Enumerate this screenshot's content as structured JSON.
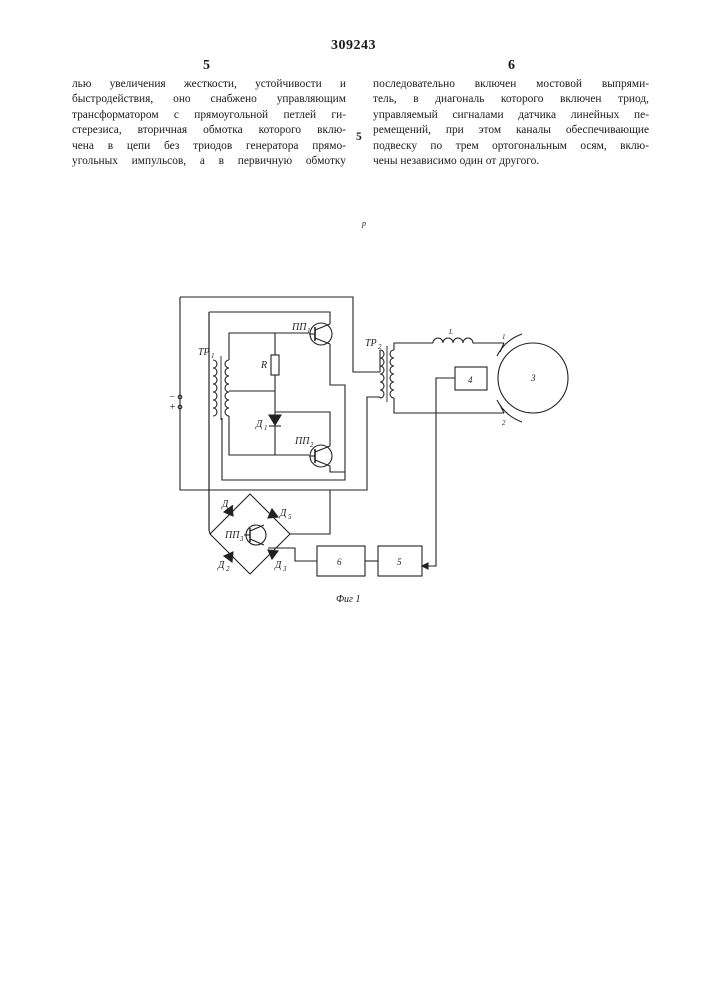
{
  "header": {
    "patent_number": "309243",
    "left_column_number": "5",
    "right_column_number": "6",
    "margin_line_number": "5"
  },
  "text": {
    "left_column": [
      "лью увеличения жесткости, устойчивости и",
      "быстродействия, оно снабжено управляющим",
      "трансформатором с прямоугольной петлей ги-",
      "стерезиса, вторичная обмотка которого вклю-",
      "чена в цепи без триодов  генератора прямо-",
      "угольных импульсов, а в первичную  обмотку"
    ],
    "right_column": [
      "последовательно включен мостовой выпрями-",
      "тель, в диагональ которого  включен триод,",
      "управляемый сигналами датчика линейных пе-",
      "ремещений, при этом каналы обеспечивающие",
      "подвеску по трем ортогональным осям, вклю-",
      "чены независимо один от другого."
    ]
  },
  "figure": {
    "caption": "Фиг 1",
    "labels": {
      "pp1": "ПП",
      "pp1_sub": "1",
      "pp2": "ПП",
      "pp2_sub": "2",
      "pp3": "ПП",
      "pp3_sub": "3",
      "tr1": "ТР",
      "tr1_sub": "1",
      "tr2": "ТР",
      "tr2_sub": "2",
      "resistor": "R",
      "d1": "Д",
      "d1_sub": "1",
      "d2": "Д",
      "d2_sub": "2",
      "d3": "Д",
      "d3_sub": "3",
      "d4": "Д",
      "d4_sub": "4",
      "d5": "Д",
      "d5_sub": "5",
      "minus": "−",
      "plus": "+",
      "block_4": "4",
      "block_5": "5",
      "block_6": "6",
      "rotor": "3",
      "coil": "L",
      "terminal_1": "1",
      "terminal_2": "2",
      "stray_mark": "р"
    }
  }
}
